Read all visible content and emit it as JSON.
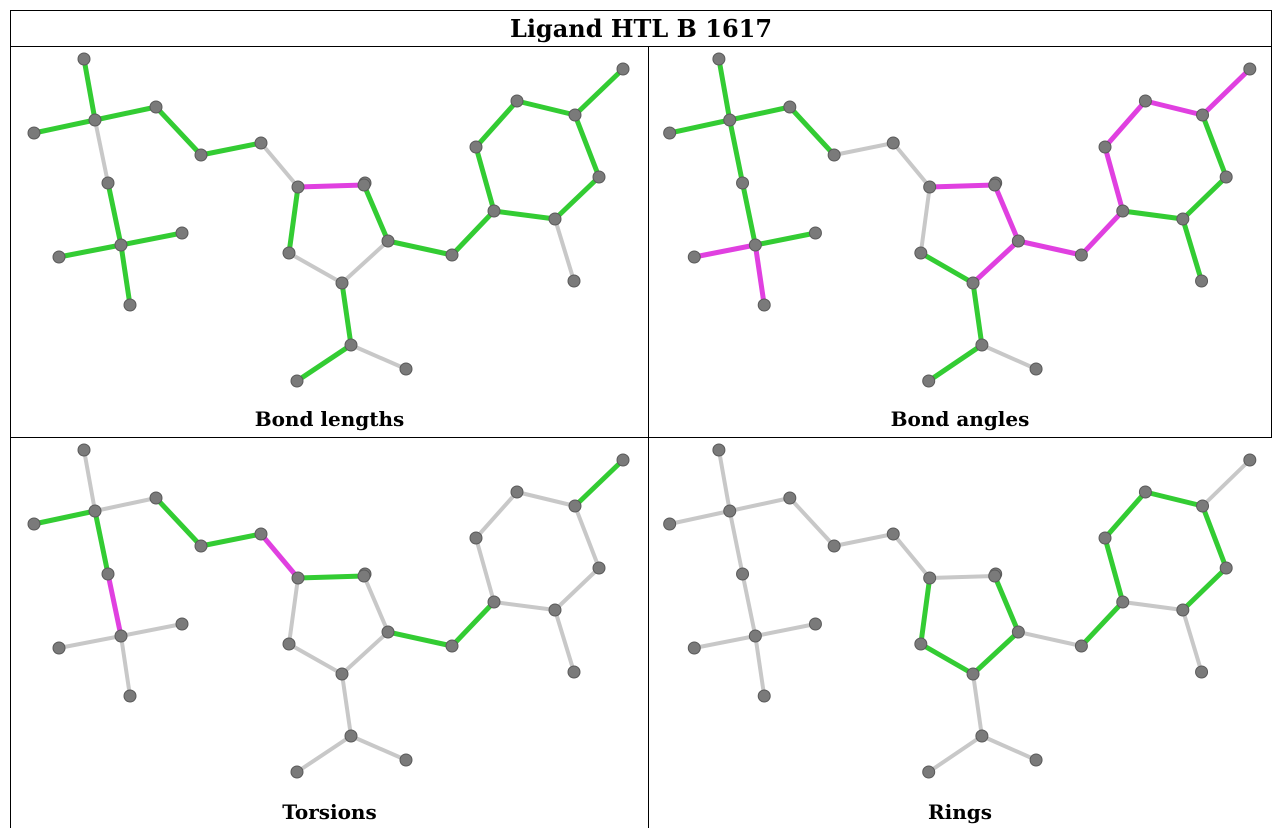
{
  "title": "Ligand HTL B 1617",
  "panels": [
    {
      "caption": "Bond lengths"
    },
    {
      "caption": "Bond angles"
    },
    {
      "caption": "Torsions"
    },
    {
      "caption": "Rings"
    }
  ],
  "colors": {
    "atom": "#7a7a7a",
    "neutral_bond": "#c8c8c8",
    "green_bond": "#33cc33",
    "magenta_bond": "#e040e0"
  }
}
